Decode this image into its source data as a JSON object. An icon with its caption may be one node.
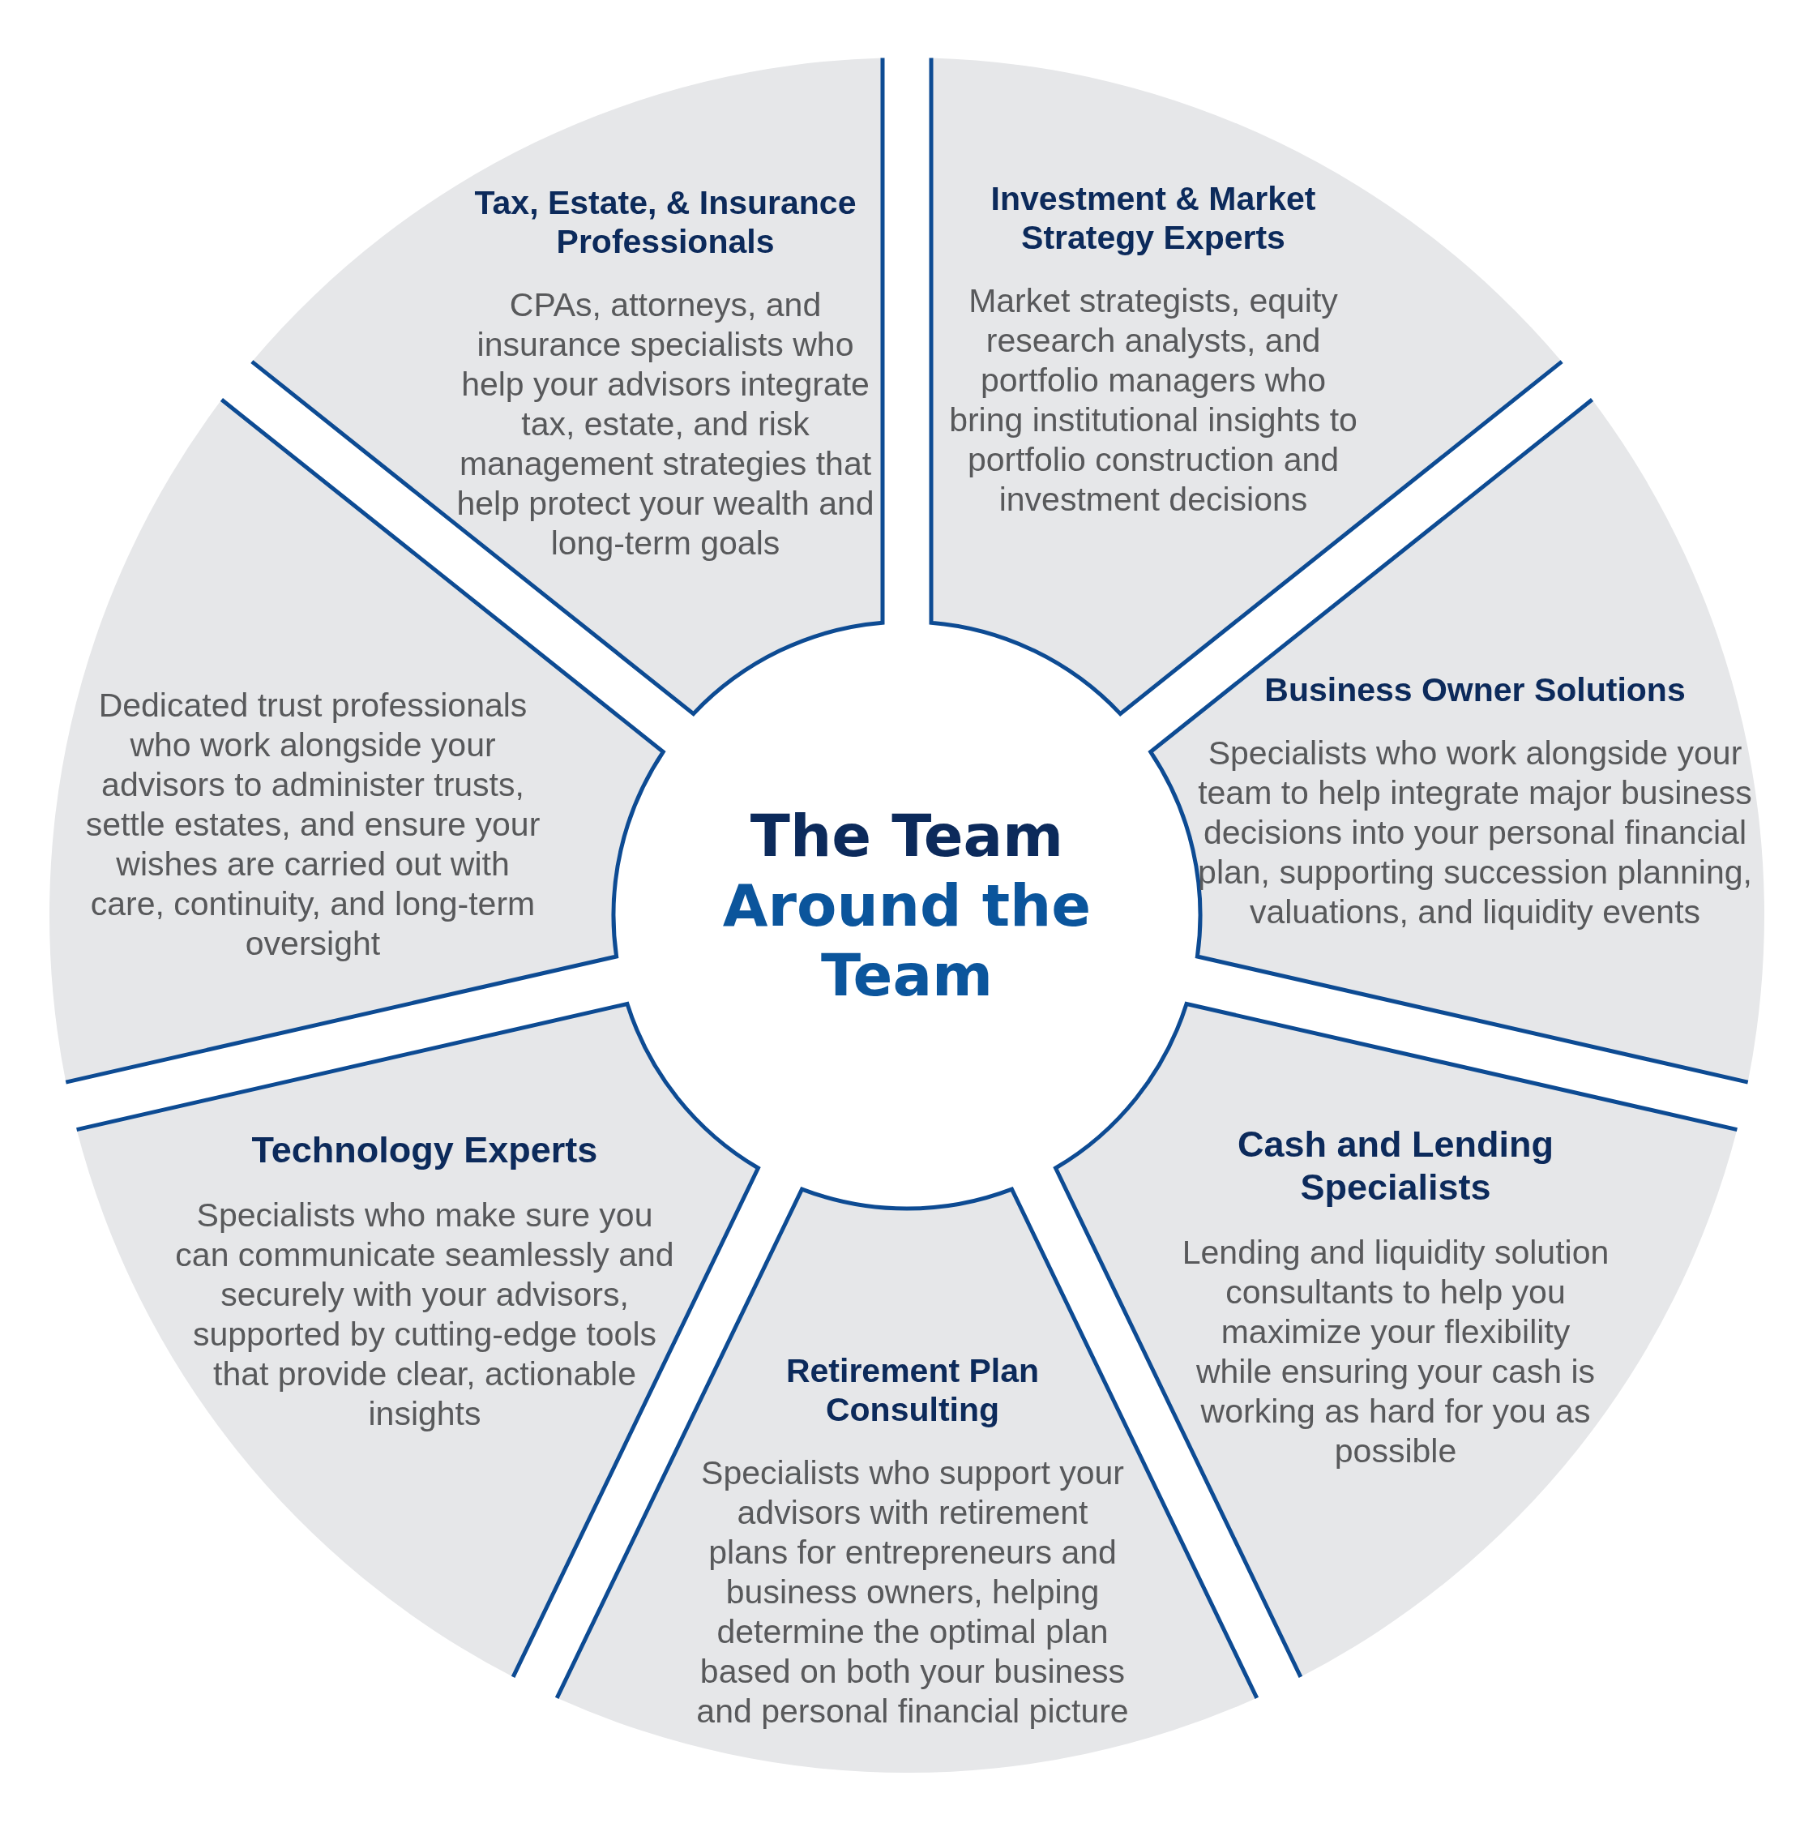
{
  "diagram": {
    "nodes": [
      {
        "text": [
          "The Team",
          "Around the Team"
        ]
      },
      {
        "text": [
          "Tax, Estate, & Insurance Professionals",
          "CPAs, attorneys, and insurance specialists who help your advisors integrate tax, estate, and risk management strategies that help protect your wealth and long-term goals"
        ]
      },
      {
        "text": [
          "Investment & Market Strategy Experts",
          "Market strategists, equity research analysts, and portfolio managers who bring institutional insights to portfolio construction and investment decisions"
        ]
      },
      {
        "text": [
          "Business Owner Solutions",
          "Specialists who work alongside your team to help integrate major business decisions into your personal financial plan, supporting succession planning, valuations, and liquidity events"
        ]
      },
      {
        "text": [
          "Cash and Lending Specialists",
          "Lending and liquidity solution consultants to help you maximize your flexibility while ensuring your cash is working as hard for you as possible"
        ]
      },
      {
        "text": [
          "Retirement Plan Consulting",
          "Specialists who support your advisors with retirement plans for entrepreneurs and business owners, helping determine the optimal plan based on both your business and personal financial picture"
        ]
      },
      {
        "text": [
          "Technology Experts",
          "Specialists who make sure you can communicate seamlessly and securely with your advisors, supported by cutting-edge tools that provide clear, actionable insights"
        ]
      },
      {
        "text": [
          "Dedicated trust professionals who work alongside your advisors to administer trusts, settle estates, and ensure your wishes are carried out with care, continuity, and long-term oversight"
        ]
      }
    ]
  }
}
